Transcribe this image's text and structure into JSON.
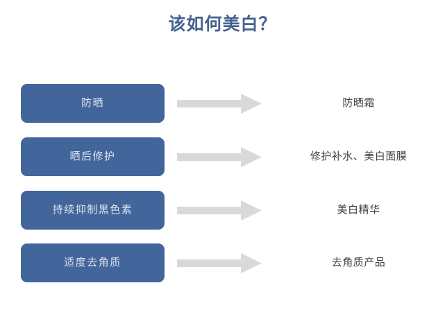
{
  "slide": {
    "title": "该如何美白？",
    "title_color": "#46618f",
    "background_color": "#ffffff",
    "box_color": "#42659b",
    "box_text_color": "#dde4ee",
    "arrow_color": "#d9d9d9",
    "result_text_color": "#414141"
  },
  "rows": [
    {
      "step": "防晒",
      "arrow": "right-arrow-icon",
      "result": "防晒霜"
    },
    {
      "step": "晒后修护",
      "arrow": "right-arrow-icon",
      "result": "修护补水、美白面膜"
    },
    {
      "step": "持续抑制黑色素",
      "arrow": "right-arrow-icon",
      "result": "美白精华"
    },
    {
      "step": "适度去角质",
      "arrow": "right-arrow-icon",
      "result": "去角质产品"
    }
  ]
}
